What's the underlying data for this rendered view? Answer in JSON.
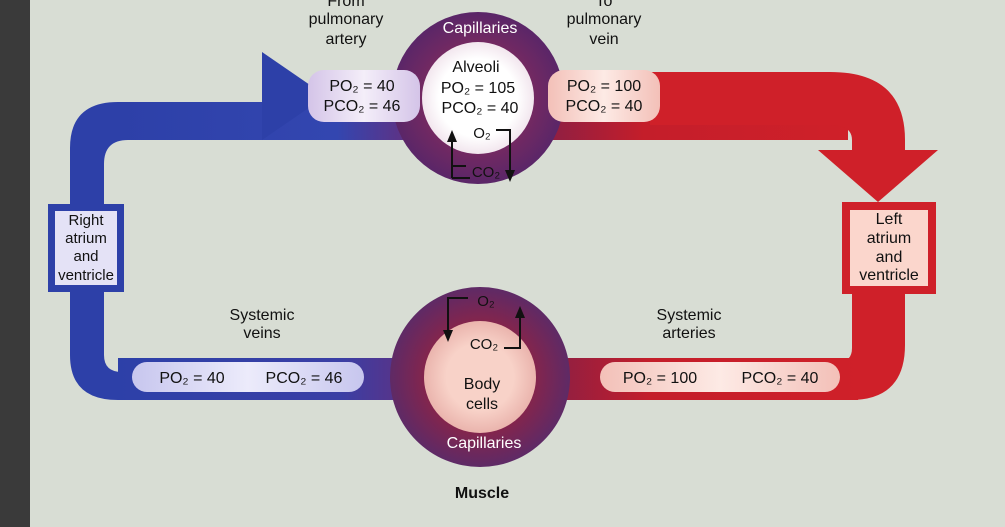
{
  "top_left_label": {
    "line1": "From",
    "line2": "pulmonary",
    "line3": "artery"
  },
  "top_right_label": {
    "line1": "To",
    "line2": "pulmonary",
    "line3": "vein"
  },
  "lung": {
    "capillaries_label": "Capillaries",
    "alveoli_label": "Alveoli",
    "alveoli_po2": "PO₂ = 105",
    "alveoli_pco2": "PCO₂ = 40",
    "o2_label": "O₂",
    "co2_label": "CO₂"
  },
  "pulmonary_artery": {
    "po2": "PO₂ = 40",
    "pco2": "PCO₂ = 46"
  },
  "pulmonary_vein": {
    "po2": "PO₂ = 100",
    "pco2": "PCO₂ = 40"
  },
  "right_heart": {
    "line1": "Right",
    "line2": "atrium",
    "line3": "and",
    "line4": "ventricle"
  },
  "left_heart": {
    "line1": "Left",
    "line2": "atrium",
    "line3": "and",
    "line4": "ventricle"
  },
  "systemic_veins": {
    "line1": "Systemic",
    "line2": "veins",
    "po2": "PO₂ = 40",
    "pco2": "PCO₂ = 46"
  },
  "systemic_arteries": {
    "line1": "Systemic",
    "line2": "arteries",
    "po2": "PO₂ = 100",
    "pco2": "PCO₂ = 40"
  },
  "body": {
    "o2_label": "O₂",
    "co2_label": "CO₂",
    "cells_line1": "Body",
    "cells_line2": "cells",
    "capillaries_label": "Capillaries",
    "tissue_label": "Muscle"
  },
  "colors": {
    "deoxygenated": "#2a3fa8",
    "oxygenated": "#c8202a",
    "mixed": "#6a2a5a",
    "background": "#d8ddd4"
  }
}
